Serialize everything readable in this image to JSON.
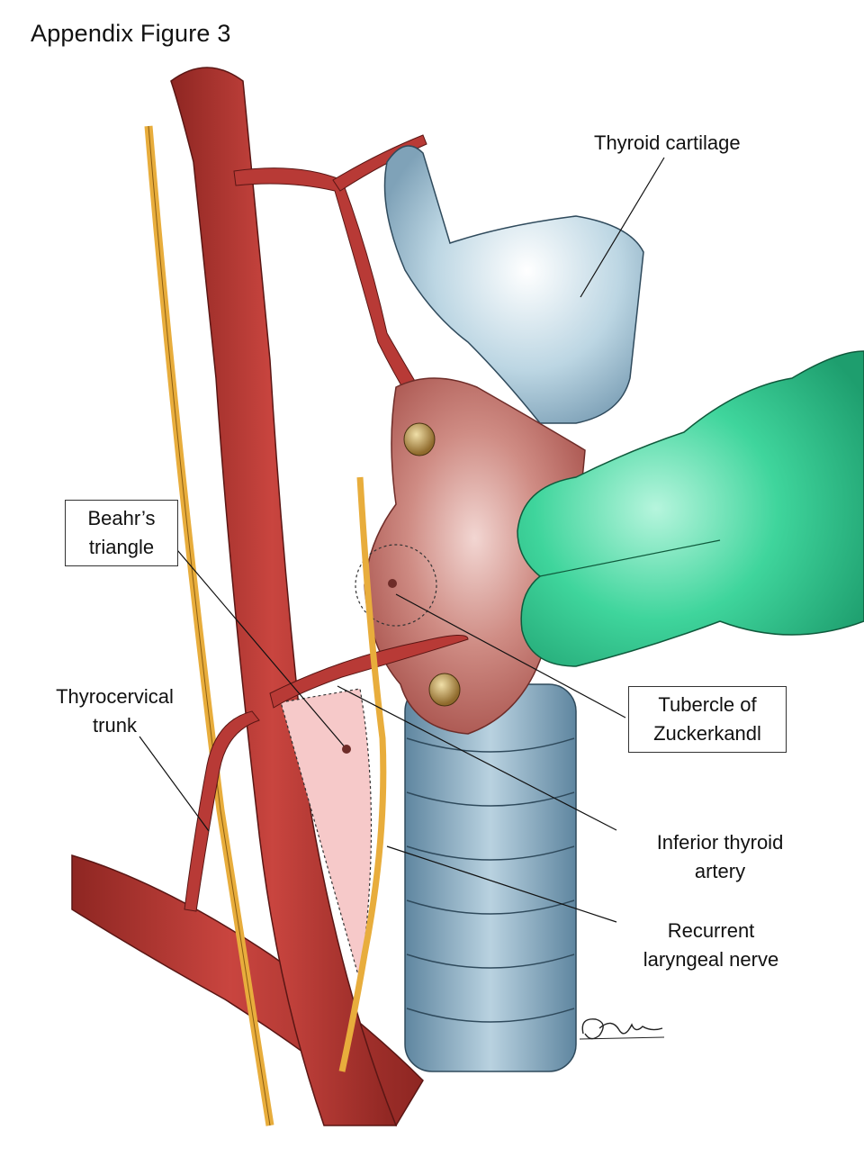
{
  "figure": {
    "title": "Appendix Figure 3"
  },
  "labels": {
    "thyroid_cartilage": "Thyroid cartilage",
    "beahrs_triangle": [
      "Beahr’s",
      "triangle"
    ],
    "thyrocervical_trunk": [
      "Thyrocervical",
      "trunk"
    ],
    "tubercle_of_zuckerkandl": [
      "Tubercle of",
      "Zuckerkandl"
    ],
    "inferior_thyroid_artery": [
      "Inferior thyroid",
      "artery"
    ],
    "recurrent_laryngeal_nerve": [
      "Recurrent",
      "laryngeal nerve"
    ]
  },
  "colors": {
    "artery": "#b83a36",
    "artery_dark": "#8e2622",
    "nerve": "#e8ad3c",
    "cartilage": "#a9c7d6",
    "trachea": "#7fa4bd",
    "thyroid": "#c57a73",
    "glove": "#3dd39a",
    "triangle": "#f6c9c9",
    "parathyroid": "#b8924a"
  }
}
